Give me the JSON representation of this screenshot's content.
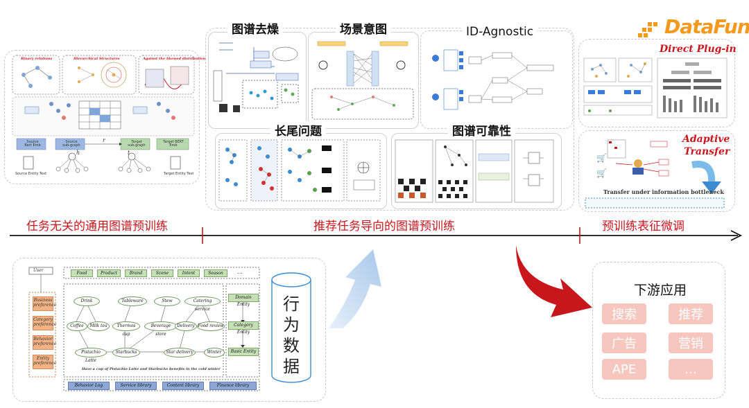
{
  "brand": "DataFun.",
  "stages": {
    "task_agnostic": "任务无关的通用图谱预训练",
    "task_oriented": "推荐任务导向的图谱预训练",
    "finetune": "预训练表征微调"
  },
  "sections": {
    "denoise": "图谱去燥",
    "scene_intent": "场景意图",
    "id_agnostic": "ID-Agnostic",
    "long_tail": "长尾问题",
    "reliability": "图谱可靠性",
    "direct_plugin": "Direct Plug-in",
    "adaptive_transfer": "Adaptive\nTransfer",
    "transfer_bottleneck": "Transfer under information bottleneck"
  },
  "left_top": {
    "binary_relations": "Binary relations",
    "hierarchical": "Hierarchical Structures",
    "skewed": "Against the Skewed distribution",
    "source_bert": "Source\nBert Emb",
    "source_sub": "Source\nsub-graph",
    "target_sub": "Target\nsub-graph",
    "target_bert": "Target BERT\nEmb",
    "source_text": "Source Entity Text",
    "target_text": "Target Entity Text",
    "h": "h",
    "r": "r",
    "t": "t"
  },
  "behavior": {
    "title": "行为数据",
    "chars": [
      "行",
      "为",
      "数",
      "据"
    ]
  },
  "kg": {
    "user": "User",
    "prefs": [
      "Business preference",
      "Category preference",
      "Behavior preference",
      "Entity preference"
    ],
    "top_tags": [
      "Food",
      "Product",
      "Brand",
      "Scene",
      "Intent",
      "Season",
      "…"
    ],
    "nodes": [
      "Drink",
      "Tableware",
      "Stew",
      "Catering service",
      "Coffee",
      "Milk tea",
      "Thermos cup",
      "Beverage store",
      "Delivery",
      "Food review",
      "Pistachio Latte",
      "Starbucks",
      "Star delivery",
      "Winter"
    ],
    "right_levels": [
      "Domain Entity",
      "Category Entity",
      "Basic Entity"
    ],
    "caption": "Have a cup of Pistachio Latte and Starbucks benefits in the cold winter",
    "bottom": [
      "Behavior Log",
      "Service library",
      "Content library",
      "Finance library"
    ]
  },
  "downstream": {
    "title": "下游应用",
    "apps": [
      "搜索",
      "推荐",
      "广告",
      "营销",
      "APE",
      "…"
    ]
  },
  "colors": {
    "red": "#c8161d",
    "orange_brand": "#f39a1e",
    "app_pink": "#f7c7bf",
    "arrow_blue": "#b9d3ef"
  }
}
